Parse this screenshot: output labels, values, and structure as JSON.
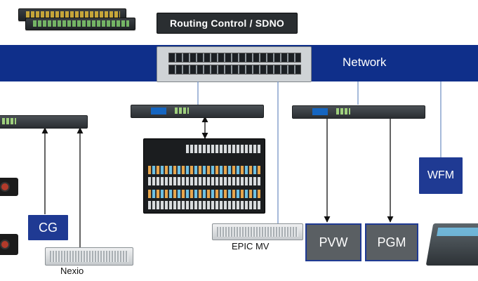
{
  "title_box": {
    "label": "Routing Control / SDNO"
  },
  "network": {
    "label": "Network"
  },
  "nodes": {
    "cg": "CG",
    "wfm": "WFM",
    "pvw": "PVW",
    "pgm": "PGM",
    "epic_mv": "EPIC MV",
    "nexio": "Nexio"
  },
  "colors": {
    "network_band": "#0f2f8a",
    "label_box_blue": "#1f3a93",
    "monitor_grey": "#5a5f63"
  }
}
